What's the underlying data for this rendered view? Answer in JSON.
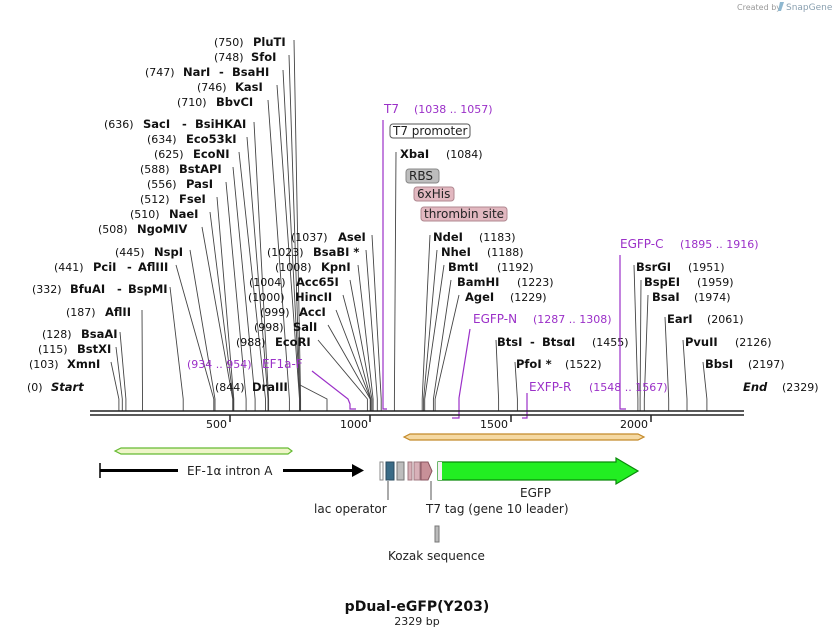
{
  "header": {
    "credit_prefix": "Created by",
    "credit_brand": "SnapGene"
  },
  "map": {
    "title": "pDual-eGFP(Y203)",
    "length_label": "2329 bp",
    "length": 2329,
    "ticks": [
      "500",
      "1000",
      "1500",
      "2000"
    ],
    "ends": {
      "start": {
        "name": "Start",
        "pos": "(0)"
      },
      "end": {
        "name": "End",
        "pos": "(2329)"
      }
    }
  },
  "enzymes": [
    {
      "pos": "(750)",
      "name": "PluTI",
      "site": 750
    },
    {
      "pos": "(748)",
      "name": "SfoI",
      "site": 748
    },
    {
      "pos": "(747)",
      "name": "NarI",
      "name2": "BsaHI",
      "site": 747
    },
    {
      "pos": "(746)",
      "name": "KasI",
      "site": 746
    },
    {
      "pos": "(710)",
      "name": "BbvCI",
      "site": 710
    },
    {
      "pos": "(636)",
      "name": "SacI",
      "name2": "BsiHKAI",
      "site": 636
    },
    {
      "pos": "(634)",
      "name": "Eco53kI",
      "site": 634
    },
    {
      "pos": "(625)",
      "name": "EcoNI",
      "site": 625
    },
    {
      "pos": "(588)",
      "name": "BstAPI",
      "site": 588
    },
    {
      "pos": "(556)",
      "name": "PasI",
      "site": 556
    },
    {
      "pos": "(512)",
      "name": "FseI",
      "site": 512
    },
    {
      "pos": "(510)",
      "name": "NaeI",
      "site": 510
    },
    {
      "pos": "(508)",
      "name": "NgoMIV",
      "site": 508
    },
    {
      "pos": "(445)",
      "name": "NspI",
      "site": 445
    },
    {
      "pos": "(441)",
      "name": "PciI",
      "name2": "AflIII",
      "site": 441
    },
    {
      "pos": "(332)",
      "name": "BfuAI",
      "name2": "BspMI",
      "site": 332
    },
    {
      "pos": "(187)",
      "name": "AflII",
      "site": 187
    },
    {
      "pos": "(128)",
      "name": "BsaAI",
      "site": 128
    },
    {
      "pos": "(115)",
      "name": "BstXI",
      "site": 115
    },
    {
      "pos": "(103)",
      "name": "XmnI",
      "site": 103
    },
    {
      "pos": "(1037)",
      "name": "AseI",
      "site": 1037
    },
    {
      "pos": "(1023)",
      "name": "BsaBI *",
      "site": 1023
    },
    {
      "pos": "(1008)",
      "name": "KpnI",
      "site": 1008
    },
    {
      "pos": "(1004)",
      "name": "Acc65I",
      "site": 1004
    },
    {
      "pos": "(1000)",
      "name": "HincII",
      "site": 1000
    },
    {
      "pos": "(999)",
      "name": "AccI",
      "site": 999
    },
    {
      "pos": "(998)",
      "name": "SalI",
      "site": 998
    },
    {
      "pos": "(988)",
      "name": "EcoRI",
      "site": 988
    },
    {
      "pos": "(844)",
      "name": "DraIII",
      "site": 844
    },
    {
      "pos": "(1084)",
      "name": "XbaI",
      "site": 1084
    },
    {
      "pos": "(1183)",
      "name": "NdeI",
      "site": 1183
    },
    {
      "pos": "(1188)",
      "name": "NheI",
      "site": 1188
    },
    {
      "pos": "(1192)",
      "name": "BmtI",
      "site": 1192
    },
    {
      "pos": "(1223)",
      "name": "BamHI",
      "site": 1223
    },
    {
      "pos": "(1229)",
      "name": "AgeI",
      "site": 1229
    },
    {
      "pos": "(1455)",
      "name": "BtsI",
      "name2": "BtsαI",
      "site": 1455
    },
    {
      "pos": "(1522)",
      "name": "PfoI *",
      "site": 1522
    },
    {
      "pos": "(1951)",
      "name": "BsrGI",
      "site": 1951
    },
    {
      "pos": "(1959)",
      "name": "BspEI",
      "site": 1959
    },
    {
      "pos": "(1974)",
      "name": "BsaI",
      "site": 1974
    },
    {
      "pos": "(2061)",
      "name": "EarI",
      "site": 2061
    },
    {
      "pos": "(2126)",
      "name": "PvuII",
      "site": 2126
    },
    {
      "pos": "(2197)",
      "name": "BbsI",
      "site": 2197
    }
  ],
  "primers": [
    {
      "name": "T7",
      "range": "(1038 .. 1057)",
      "start": 1038,
      "end": 1057
    },
    {
      "name": "EF1a-F",
      "range": "(934 .. 954)",
      "start": 934,
      "end": 954
    },
    {
      "name": "EGFP-N",
      "range": "(1287 .. 1308)",
      "start": 1287,
      "end": 1308
    },
    {
      "name": "EXFP-R",
      "range": "(1548 .. 1567)",
      "start": 1548,
      "end": 1567
    },
    {
      "name": "EGFP-C",
      "range": "(1895 .. 1916)",
      "start": 1895,
      "end": 1916
    }
  ],
  "boxed_features": [
    {
      "label": "T7 promoter",
      "fill": "#ffffff",
      "stroke": "#555555"
    },
    {
      "label": "RBS",
      "fill": "#bdbdbd",
      "stroke": "#888888"
    },
    {
      "label": "6xHis",
      "fill": "#e2b8c0",
      "stroke": "#b08890"
    },
    {
      "label": "thrombin site",
      "fill": "#e2b8c0",
      "stroke": "#b08890"
    }
  ],
  "features": [
    {
      "label": "EF-1α intron A",
      "color": "#000000"
    },
    {
      "label": "EGFP",
      "color": "#22ee22"
    },
    {
      "label": "lac operator",
      "color": "#999999"
    },
    {
      "label": "T7 tag (gene 10 leader)",
      "color": "#999999"
    },
    {
      "label": "Kozak sequence",
      "color": "#bbbbbb"
    }
  ],
  "colors": {
    "primer": "#9b30c8",
    "orf_fill": "#f5d9a3",
    "orf_stroke": "#c48a2a",
    "intron_orf_fill": "#eef5c8",
    "intron_orf_stroke": "#66bb33",
    "egfp": "#22ee22",
    "lac_operator": "#3a6b86"
  }
}
